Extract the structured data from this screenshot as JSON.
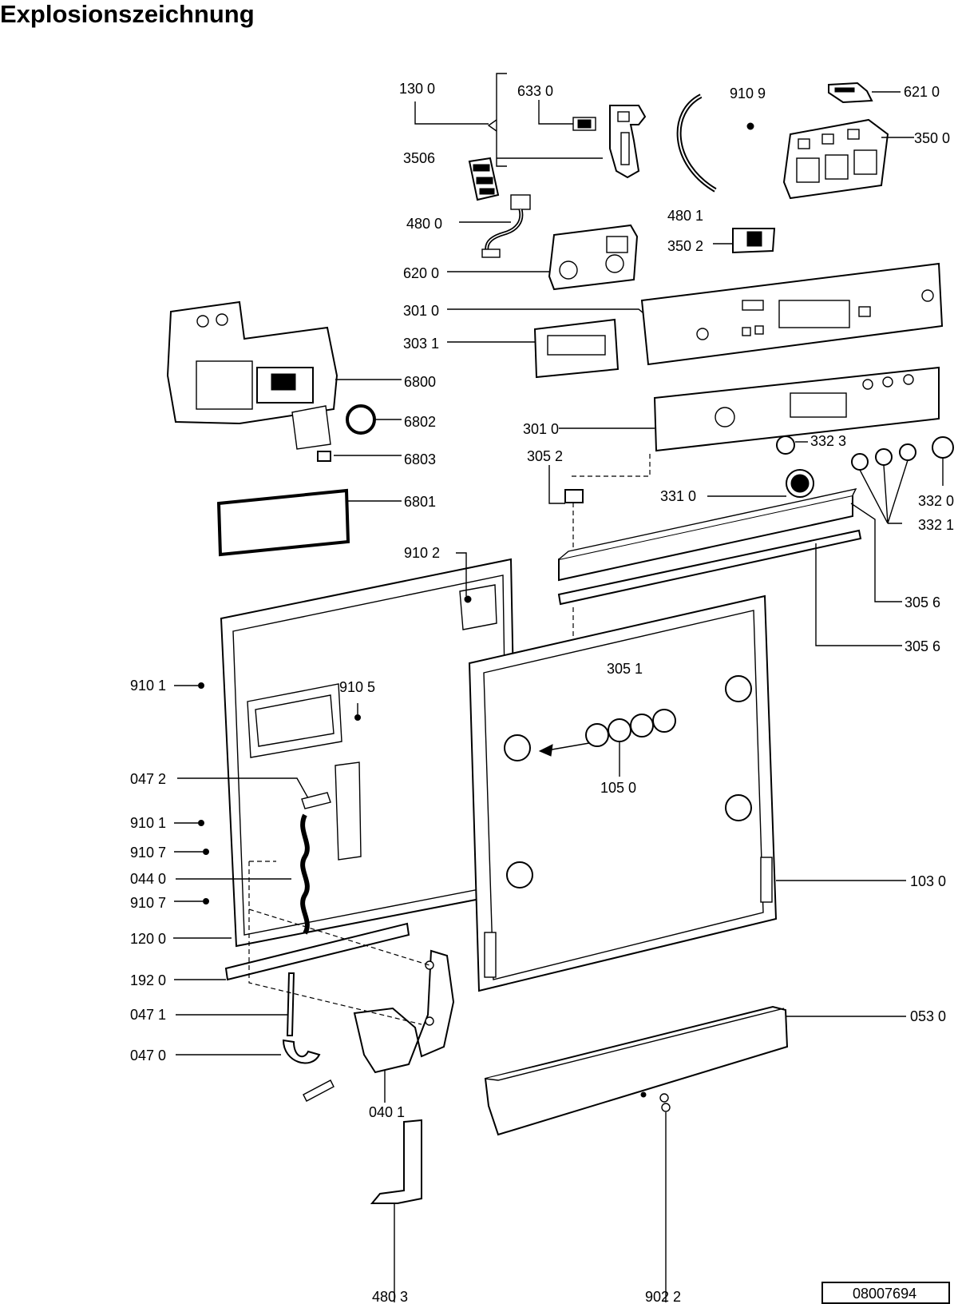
{
  "title": "Explosionszeichnung",
  "document_number": "08007694",
  "part_labels": {
    "p1300": "130 0",
    "p6330": "633 0",
    "p9109": "910 9",
    "p6210": "621 0",
    "p3500": "350 0",
    "p3506": "3506",
    "p4800": "480 0",
    "p4801": "480 1",
    "p3502": "350 2",
    "p6200": "620 0",
    "p3010a": "301 0",
    "p3031": "303 1",
    "p6800": "6800",
    "p6802": "6802",
    "p6803": "6803",
    "p6801": "6801",
    "p3010b": "301 0",
    "p3052": "305 2",
    "p3323": "332 3",
    "p3310": "331 0",
    "p3320": "332 0",
    "p3321": "332 1",
    "p9102": "910 2",
    "p3056a": "305 6",
    "p3056b": "305 6",
    "p3051": "305 1",
    "p9101a": "910 1",
    "p9105": "910 5",
    "p1050": "105 0",
    "p0472": "047 2",
    "p9101b": "910 1",
    "p9107a": "910 7",
    "p0440": "044 0",
    "p9107b": "910 7",
    "p1030": "103 0",
    "p1200": "120 0",
    "p1920": "192 0",
    "p0530": "053 0",
    "p0471": "047 1",
    "p0470": "047 0",
    "p0401": "040 1",
    "p4803": "480 3",
    "p9022": "902 2"
  }
}
